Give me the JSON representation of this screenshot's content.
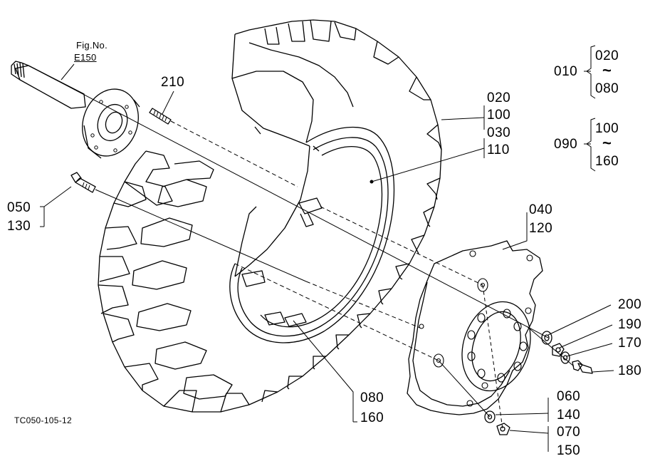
{
  "figure": {
    "fig_no_label": "Fig.No.",
    "fig_no_value": "E150",
    "drawing_code": "TC050-105-12"
  },
  "callouts": {
    "p210": "210",
    "p020": "020",
    "p100": "100",
    "p030": "030",
    "p110": "110",
    "p050": "050",
    "p130": "130",
    "p040": "040",
    "p120": "120",
    "p200": "200",
    "p190": "190",
    "p170": "170",
    "p180": "180",
    "p080": "080",
    "p160": "160",
    "p060": "060",
    "p140": "140",
    "p070": "070",
    "p150": "150"
  },
  "ranges": [
    {
      "code": "010",
      "from": "020",
      "tilde": "~",
      "to": "080"
    },
    {
      "code": "090",
      "from": "100",
      "tilde": "~",
      "to": "160"
    }
  ],
  "colors": {
    "ink": "#000000",
    "paper": "#ffffff"
  }
}
